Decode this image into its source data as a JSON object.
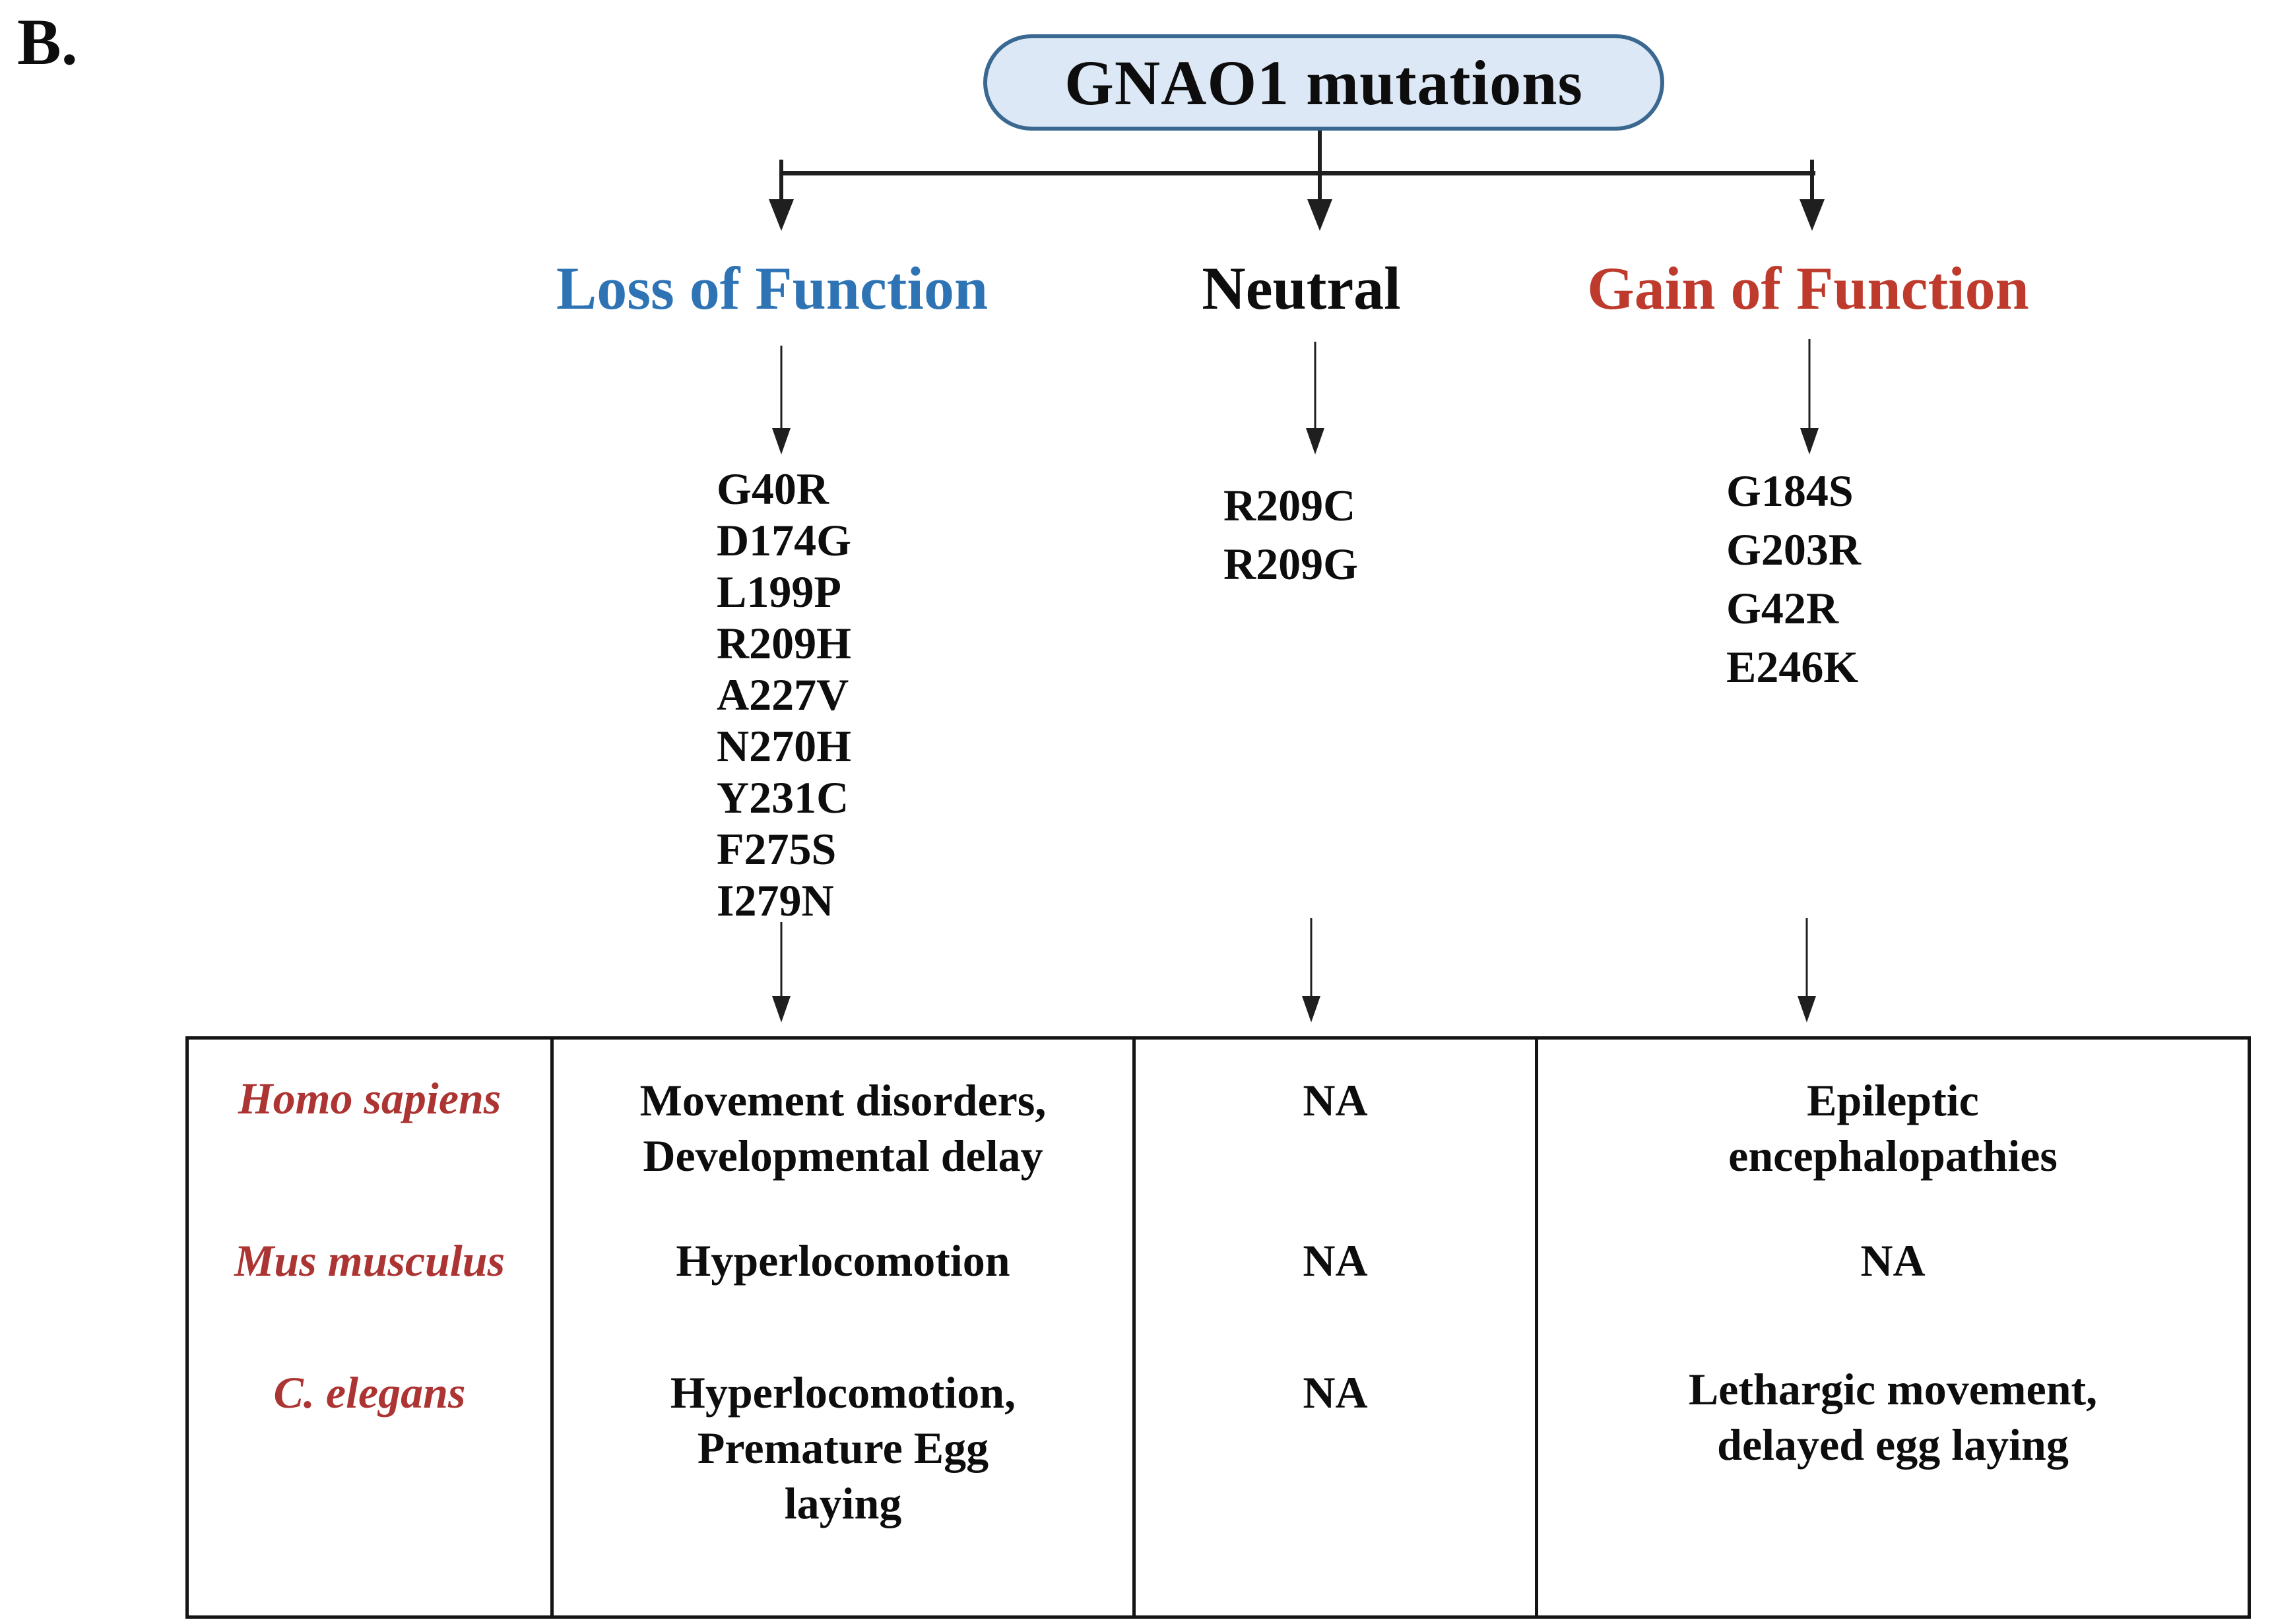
{
  "figure_label": "B.",
  "root_box": {
    "title": "GNAO1 mutations"
  },
  "branches": [
    {
      "label": "Loss of Function",
      "color": "#2E74B5",
      "mutations": [
        "G40R",
        "D174G",
        "L199P",
        "R209H",
        "A227V",
        "N270H",
        "Y231C",
        "F275S",
        "I279N"
      ]
    },
    {
      "label": "Neutral",
      "color": "#0D0D0D",
      "mutations": [
        "R209C",
        "R209G"
      ]
    },
    {
      "label": "Gain of Function",
      "color": "#BE3A2C",
      "mutations": [
        "G184S",
        "G203R",
        "G42R",
        "E246K"
      ]
    }
  ],
  "phenotype_table": {
    "species_color": "#AC3432",
    "rows": [
      {
        "species": "Homo sapiens",
        "loss_of_function": "Movement disorders,\nDevelopmental delay",
        "neutral": "NA",
        "gain_of_function": "Epileptic\nencephalopathies"
      },
      {
        "species": "Mus musculus",
        "loss_of_function": "Hyperlocomotion",
        "neutral": "NA",
        "gain_of_function": "NA"
      },
      {
        "species": "C. elegans",
        "loss_of_function": "Hyperlocomotion,\nPremature Egg\nlaying",
        "neutral": "NA",
        "gain_of_function": "Lethargic movement,\ndelayed egg laying"
      }
    ]
  },
  "colors": {
    "box_fill": "#DCE8F5",
    "box_border": "#3A6890",
    "connector": "#1F1F1F"
  }
}
